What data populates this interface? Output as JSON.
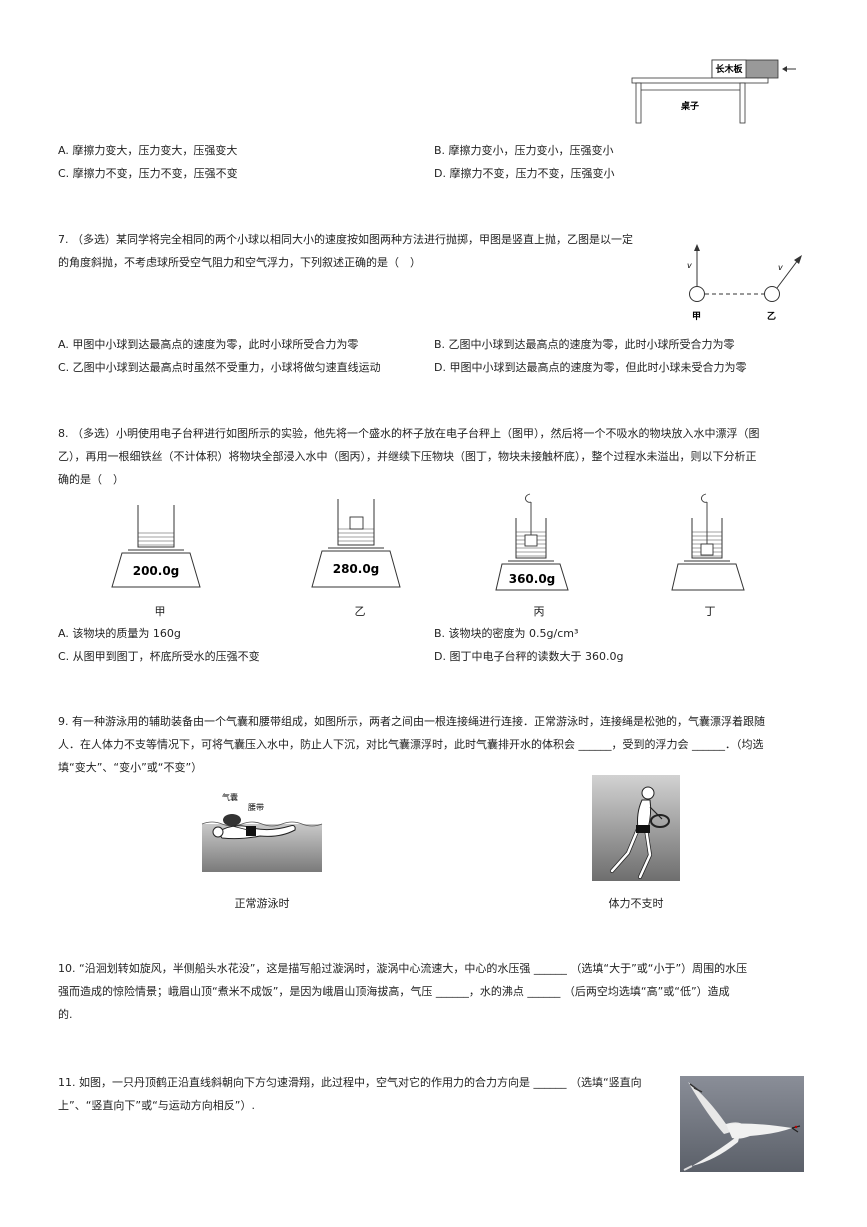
{
  "q6": {
    "figure_board_label": "长木板",
    "figure_table_label": "桌子",
    "options": {
      "a": "A. 摩擦力变大，压力变大，压强变大",
      "b": "B. 摩擦力变小，压力变小，压强变小",
      "c": "C. 摩擦力不变，压力不变，压强不变",
      "d": "D. 摩擦力不变，压力不变，压强变小"
    }
  },
  "q7": {
    "line1": "7. （多选）某同学将完全相同的两个小球以相同大小的速度按如图两种方法进行抛掷，甲图是竖直上抛，乙图是以一定",
    "line2": "的角度斜抛，不考虑球所受空气阻力和空气浮力，下列叙述正确的是（　）",
    "fig_v1": "v",
    "fig_v2": "v",
    "fig_jia": "甲",
    "fig_yi": "乙",
    "options": {
      "a": "A. 甲图中小球到达最高点的速度为零，此时小球所受合力为零",
      "b": "B. 乙图中小球到达最高点的速度为零，此时小球所受合力为零",
      "c": "C. 乙图中小球到达最高点时虽然不受重力，小球将做匀速直线运动",
      "d": "D. 甲图中小球到达最高点的速度为零，但此时小球未受合力为零"
    }
  },
  "q8": {
    "line1": "8. （多选）小明使用电子台秤进行如图所示的实验，他先将一个盛水的杯子放在电子台秤上（图甲），然后将一个不吸水的物块放入水中漂浮（图",
    "line2": "乙），再用一根细铁丝（不计体积）将物块全部浸入水中（图丙），并继续下压物块（图丁，物块未接触杯底），整个过程水未溢出，则以下分析正",
    "line3": "确的是（　）",
    "scales": [
      {
        "reading": "200.0g",
        "caption": "甲"
      },
      {
        "reading": "280.0g",
        "caption": "乙"
      },
      {
        "reading": "360.0g",
        "caption": "丙"
      },
      {
        "reading": "",
        "caption": "丁"
      }
    ],
    "options": {
      "a": "A. 该物块的质量为 160g",
      "b": "B. 该物块的密度为 0.5g/cm³",
      "c": "C. 从图甲到图丁，杯底所受水的压强不变",
      "d": "D. 图丁中电子台秤的读数大于 360.0g"
    }
  },
  "q9": {
    "line1": "9. 有一种游泳用的辅助装备由一个气囊和腰带组成，如图所示，两者之间由一根连接绳进行连接．正常游泳时，连接绳是松弛的，气囊漂浮着跟随",
    "line2": "人．在人体力不支等情况下，可将气囊压入水中，防止人下沉，对比气囊漂浮时，此时气囊排开水的体积会 ______，受到的浮力会 ______．（均选",
    "line3": "填“变大”、“变小”或“不变”）",
    "fig_airbag": "气囊",
    "fig_belt": "腰带",
    "caption_left": "正常游泳时",
    "caption_right": "体力不支时"
  },
  "q10": {
    "line1": "10. “沿洄划转如旋风，半侧船头水花没”，这是描写船过漩涡时，漩涡中心流速大，中心的水压强 ______ （选填“大于”或“小于”）周围的水压",
    "line2": "强而造成的惊险情景；峨眉山顶“煮米不成饭”，是因为峨眉山顶海拔高，气压 ______，水的沸点 ______ （后两空均选填“高”或“低”）造成",
    "line3": "的."
  },
  "q11": {
    "line1": "11. 如图，一只丹顶鹤正沿直线斜朝向下方匀速滑翔，此过程中，空气对它的作用力的合力方向是 ______ （选填“竖直向",
    "line2": "上”、“竖直向下”或“与运动方向相反”）."
  }
}
